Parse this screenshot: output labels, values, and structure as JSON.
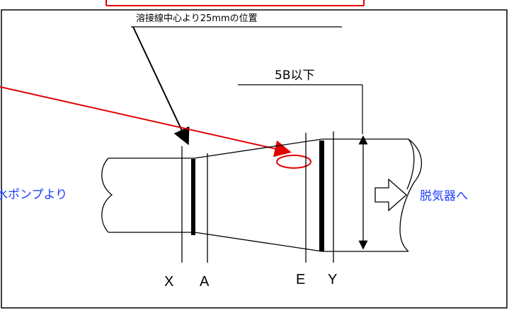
{
  "colors": {
    "red_annotation": "#e00000",
    "blue_text": "#1f3cff",
    "line": "#000000"
  },
  "callouts": {
    "weld_position": "溶接線中心より25mmの位置",
    "size_limit": "5B以下"
  },
  "flow_labels": {
    "from_pump": "水ポンプより",
    "to_deaerator": "脱気器へ"
  },
  "section_labels": {
    "x": "X",
    "a": "A",
    "e": "E",
    "y": "Y"
  },
  "icons": {
    "flow_arrow": "hollow-right-arrow-icon"
  }
}
